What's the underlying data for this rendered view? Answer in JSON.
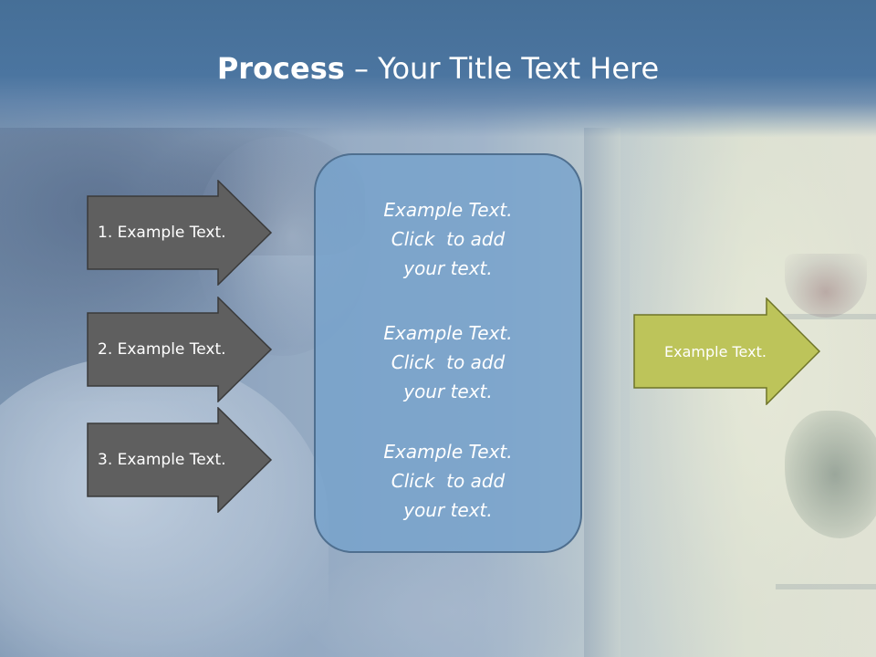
{
  "title": {
    "bold": "Process",
    "rest": " – Your Title Text Here"
  },
  "left_arrows": [
    {
      "label": "1. Example Text."
    },
    {
      "label": "2. Example Text."
    },
    {
      "label": "3. Example Text."
    }
  ],
  "panel": {
    "blocks": [
      {
        "lines": [
          "Example Text.",
          "Click  to add",
          "your text."
        ]
      },
      {
        "lines": [
          "Example Text.",
          "Click  to add",
          "your text."
        ]
      },
      {
        "lines": [
          "Example Text.",
          "Click  to add",
          "your text."
        ]
      }
    ]
  },
  "right_arrow": {
    "label": "Example Text."
  },
  "colors": {
    "title_band": "#4a73a0",
    "dark_arrow_fill": "#5f5f5f",
    "dark_arrow_border": "#3a3a3a",
    "panel_fill": "#76a2cc",
    "panel_border": "#4f6f8f",
    "green_arrow_fill": "#bdc45a",
    "green_arrow_border": "#6e7428"
  }
}
